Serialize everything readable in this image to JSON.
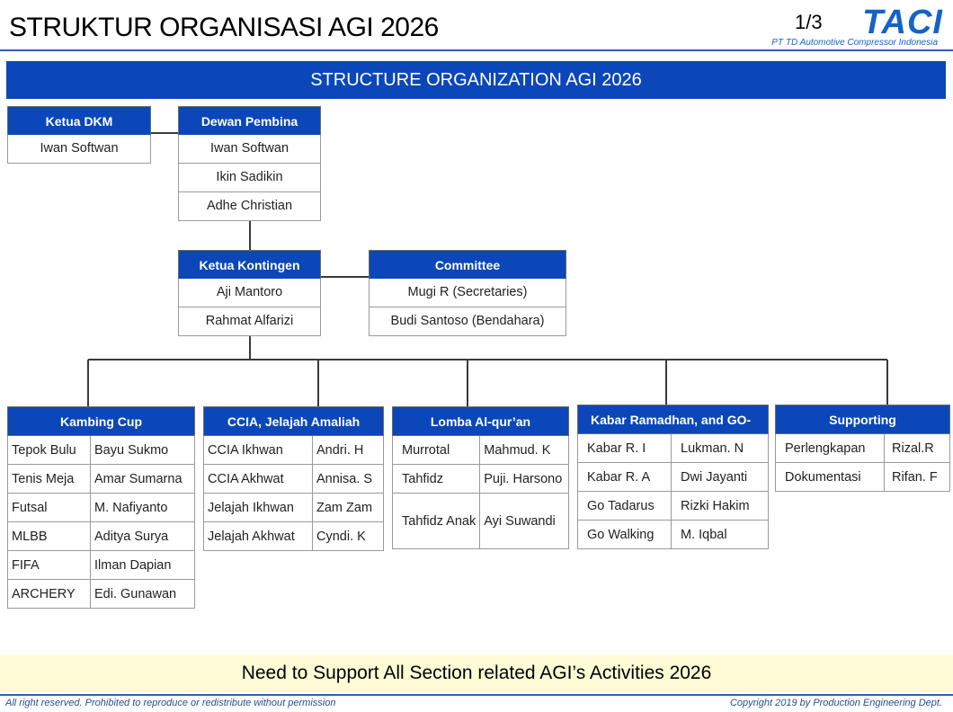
{
  "header": {
    "title": "STRUKTUR ORGANISASI AGI 2026",
    "page": "1/3",
    "logo_word": "TACI",
    "logo_sub": "PT TD Automotive Compressor Indonesia"
  },
  "banner": "STRUCTURE ORGANIZATION AGI 2026",
  "ketua_dkm": {
    "title": "Ketua DKM",
    "members": [
      "Iwan Softwan"
    ]
  },
  "dewan_pembina": {
    "title": "Dewan Pembina",
    "members": [
      "Iwan Softwan",
      "Ikin Sadikin",
      "Adhe Christian"
    ]
  },
  "ketua_kontingen": {
    "title": "Ketua Kontingen",
    "members": [
      "Aji Mantoro",
      "Rahmat Alfarizi"
    ]
  },
  "committee": {
    "title": "Committee",
    "members": [
      "Mugi R (Secretaries)",
      "Budi Santoso (Bendahara)"
    ]
  },
  "sections": [
    {
      "title": "Kambing Cup",
      "rows": [
        [
          "Tepok Bulu",
          "Bayu Sukmo"
        ],
        [
          "Tenis Meja",
          "Amar Sumarna"
        ],
        [
          "Futsal",
          "M. Nafiyanto"
        ],
        [
          "MLBB",
          "Aditya Surya"
        ],
        [
          "FIFA",
          "Ilman Dapian"
        ],
        [
          "ARCHERY",
          "Edi. Gunawan"
        ]
      ]
    },
    {
      "title": "CCIA, Jelajah Amaliah",
      "rows": [
        [
          "CCIA Ikhwan",
          "Andri. H"
        ],
        [
          "CCIA Akhwat",
          "Annisa. S"
        ],
        [
          "Jelajah Ikhwan",
          "Zam Zam"
        ],
        [
          "Jelajah Akhwat",
          "Cyndi. K"
        ]
      ]
    },
    {
      "title": "Lomba Al-qur’an",
      "rows": [
        [
          "Murrotal",
          "Mahmud. K"
        ],
        [
          "Tahfidz",
          "Puji. Harsono"
        ],
        [
          "Tahfidz Anak",
          "Ayi Suwandi"
        ]
      ]
    },
    {
      "title": "Kabar Ramadhan, and GO-",
      "rows": [
        [
          "Kabar R. I",
          "Lukman. N"
        ],
        [
          "Kabar R. A",
          "Dwi Jayanti"
        ],
        [
          "Go Tadarus",
          "Rizki Hakim"
        ],
        [
          "Go Walking",
          "M. Iqbal"
        ]
      ]
    },
    {
      "title": "Supporting",
      "rows": [
        [
          "Perlengkapan",
          "Rizal.R"
        ],
        [
          "Dokumentasi",
          "Rifan. F"
        ]
      ]
    }
  ],
  "footer": {
    "note": "Need to Support All Section related AGI’s Activities 2026",
    "rights": "All right reserved. Prohibited to reproduce or redistribute without permission",
    "copyright": "Copyright 2019 by Production Engineering Dept."
  }
}
